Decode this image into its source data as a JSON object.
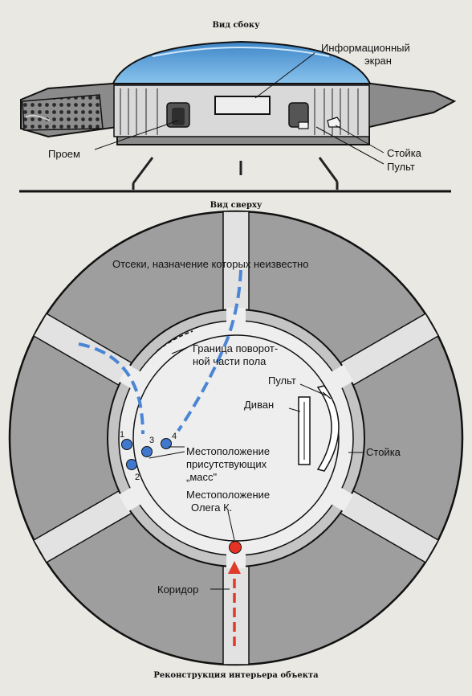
{
  "side_view": {
    "title": "Вид сбоку",
    "labels": {
      "info_screen_line1": "Информационный",
      "info_screen_line2": "экран",
      "opening": "Проем",
      "rack": "Стойка",
      "console": "Пульт"
    }
  },
  "top_view": {
    "title": "Вид сверху",
    "labels": {
      "compartments": "Отсеки, назначение которых неизвестно",
      "rotating_floor_line1": "Граница поворот-",
      "rotating_floor_line2": "ной части пола",
      "console": "Пульт",
      "sofa": "Диван",
      "rack": "Стойка",
      "masses_line1": "Местоположение",
      "masses_line2": "присутствующих",
      "masses_line3": "„масс\"",
      "oleg_line1": "Местоположение",
      "oleg_line2": "Олега К.",
      "corridor": "Коридор"
    },
    "markers": [
      "1",
      "2",
      "3",
      "4"
    ]
  },
  "caption": "Реконструкция интерьера объекта",
  "colors": {
    "dome": "#5a9fd6",
    "path_blue": "#4b86d4",
    "path_red": "#e03a2a",
    "oleg_dot": "#e53222",
    "mass_dot": "#3f78cc",
    "hull_gray": "#9a9a9a",
    "ring_gray": "#a0a0a0"
  }
}
